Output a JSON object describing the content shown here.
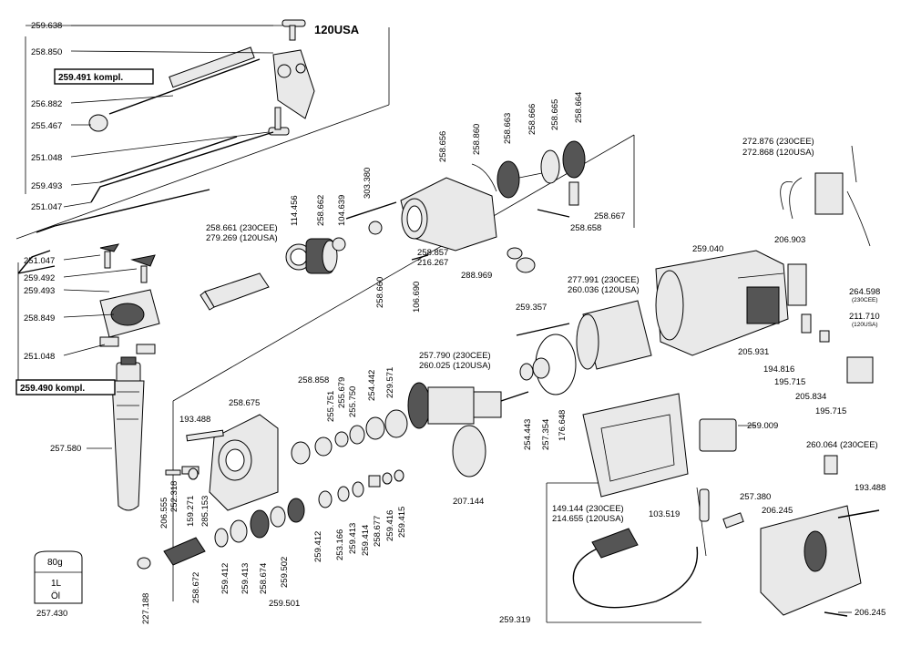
{
  "title": "120USA",
  "boxed_labels": {
    "kit_top": "259.491 kompl.",
    "kit_left": "259.490 kompl."
  },
  "labels": {
    "l259638": "259.638",
    "l258850": "258.850",
    "l256882": "256.882",
    "l255467": "255.467",
    "l251048a": "251.048",
    "l259493a": "259.493",
    "l251047a": "251.047",
    "l251047b": "251.047",
    "l259492": "259.492",
    "l259493b": "259.493",
    "l258849": "258.849",
    "l251048b": "251.048",
    "l257580": "257.580",
    "l258661": "258.661 (230CEE)",
    "l279269": "279.269 (120USA)",
    "l114456": "114.456",
    "l258662": "258.662",
    "l104639": "104.639",
    "l303380": "303.380",
    "l258656": "258.656",
    "l258860": "258.860",
    "l258663": "258.663",
    "l258666": "258.666",
    "l258665": "258.665",
    "l258664": "258.664",
    "l258667": "258.667",
    "l258658": "258.658",
    "l258857": "258.857",
    "l216267": "216.267",
    "l288969": "288.969",
    "l258660": "258.660",
    "l106690": "106.690",
    "l272876": "272.876 (230CEE)",
    "l272868": "272.868 (120USA)",
    "l259040": "259.040",
    "l206903": "206.903",
    "l277991": "277.991 (230CEE)",
    "l260036": "260.036 (120USA)",
    "l264598": "264.598",
    "l264598s": "(230CEE)",
    "l211710": "211.710",
    "l211710s": "(120USA)",
    "l259357": "259.357",
    "l205931": "205.931",
    "l194816": "194.816",
    "l195715a": "195.715",
    "l205834": "205.834",
    "l195715b": "195.715",
    "l257790": "257.790 (230CEE)",
    "l260025": "260.025 (120USA)",
    "l258858": "258.858",
    "l255679": "255.679",
    "l255751": "255.751",
    "l255750": "255.750",
    "l254442": "254.442",
    "l229571": "229.571",
    "l258675": "258.675",
    "l193488a": "193.488",
    "l254443": "254.443",
    "l257354": "257.354",
    "l176648": "176.648",
    "l259009": "259.009",
    "l207144": "207.144",
    "l206555": "206.555",
    "l252318": "252.318",
    "l159271": "159.271",
    "l285153": "285.153",
    "l259412a": "259.412",
    "l253166": "253.166",
    "l259413a": "259.413",
    "l259414": "259.414",
    "l258677": "258.677",
    "l259416": "259.416",
    "l259415": "259.415",
    "l258672": "258.672",
    "l259412b": "259.412",
    "l259413b": "259.413",
    "l258674": "258.674",
    "l259502": "259.502",
    "l259501": "259.501",
    "l227188": "227.188",
    "l149144": "149.144 (230CEE)",
    "l214655": "214.655 (120USA)",
    "l103519": "103.519",
    "l257380": "257.380",
    "l206245a": "206.245",
    "l260064": "260.064 (230CEE)",
    "l193488b": "193.488",
    "l259319": "259.319",
    "l206245b": "206.245",
    "l257430": "257.430"
  },
  "oil_can": {
    "amount": "80g",
    "volume": "1L",
    "type": "Öl"
  }
}
